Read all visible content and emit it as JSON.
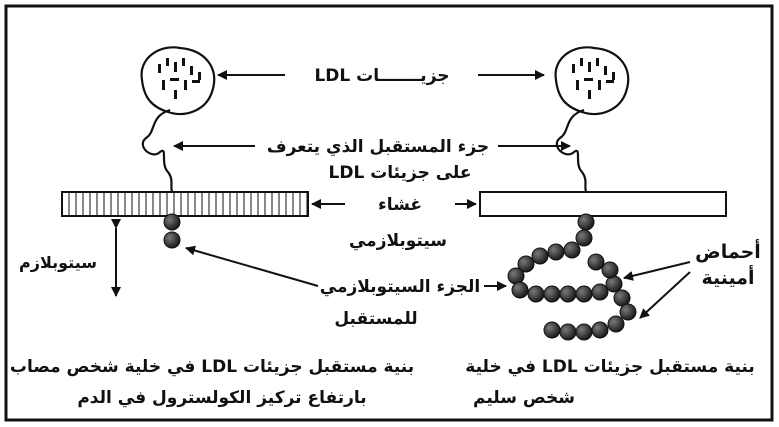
{
  "labels": {
    "ldl_particles": "جزيـــــــات LDL",
    "recognition_part_line1": "جزء المستقبل الذي يتعرف",
    "recognition_part_line2": "على جزيئات LDL",
    "membrane_line1": "غشاء",
    "membrane_line2": "سيتوبلازمي",
    "cytoplasm": "سيتوبلازم",
    "cytoplasmic_part_line1": "الجزء السيتوبلازمي",
    "cytoplasmic_part_line2": "للمستقبل",
    "amino_acids_line1": "أحماض",
    "amino_acids_line2": "أمينية",
    "left_caption_line1": "بنية مستقبل جزيئات LDL في خلية شخص مصاب",
    "left_caption_line2": "بارتفاع تركيز الكولسترول في الدم",
    "right_caption_line1": "بنية مستقبل جزيئات LDL في خلية",
    "right_caption_line2": "شخص سليم"
  },
  "colors": {
    "ink": "#111111",
    "membrane_fill": "#ffffff",
    "bead_fill": "#2b2b2b"
  },
  "icons": {
    "ldl_particle": "ldl-particle-icon",
    "amino_acid_bead": "amino-acid-bead-icon"
  }
}
